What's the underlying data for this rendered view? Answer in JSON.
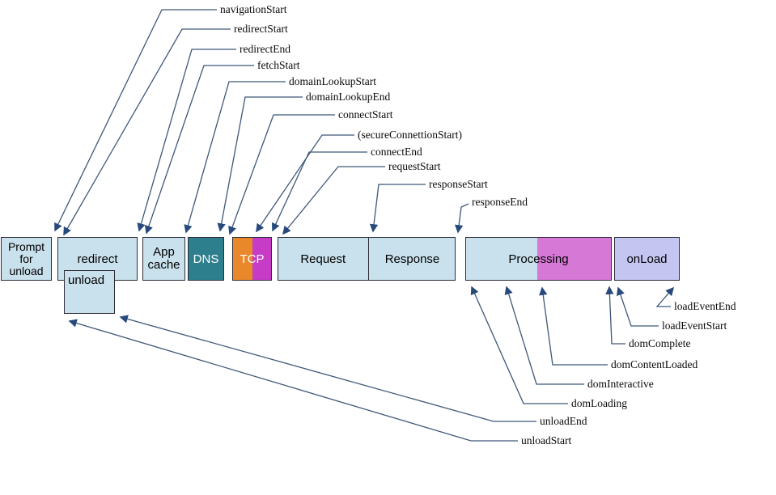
{
  "colors": {
    "phase_fill_blue": "#c9e1ec",
    "dns_fill": "#2e7f8e",
    "tcp_orange": "#e8882b",
    "tcp_magenta": "#c73cc7",
    "processing_magenta": "#d678d6",
    "onload_fill": "#c5c5f2",
    "box_border": "#2d2d38",
    "line_color": "#3e5878",
    "arrowhead_color": "#27497c",
    "text_color": "#000000"
  },
  "timeline": {
    "prompt_for_unload": "Prompt\nfor\nunload",
    "redirect": "redirect",
    "unload": "unload",
    "app_cache": "App\ncache",
    "dns": "DNS",
    "tcp": "TCP",
    "request": "Request",
    "response": "Response",
    "processing": "Processing",
    "onload": "onLoad"
  },
  "events_top": [
    {
      "label": "navigationStart"
    },
    {
      "label": "redirectStart"
    },
    {
      "label": "redirectEnd"
    },
    {
      "label": "fetchStart"
    },
    {
      "label": "domainLookupStart"
    },
    {
      "label": "domainLookupEnd"
    },
    {
      "label": "connectStart"
    },
    {
      "label": "(secureConnettionStart)"
    },
    {
      "label": "connectEnd"
    },
    {
      "label": "requestStart"
    },
    {
      "label": "responseStart"
    },
    {
      "label": "responseEnd"
    }
  ],
  "events_bottom": [
    {
      "label": "loadEventEnd"
    },
    {
      "label": "loadEventStart"
    },
    {
      "label": "domComplete"
    },
    {
      "label": "domContentLoaded"
    },
    {
      "label": "domInteractive"
    },
    {
      "label": "domLoading"
    },
    {
      "label": "unloadEnd"
    },
    {
      "label": "unloadStart"
    }
  ]
}
